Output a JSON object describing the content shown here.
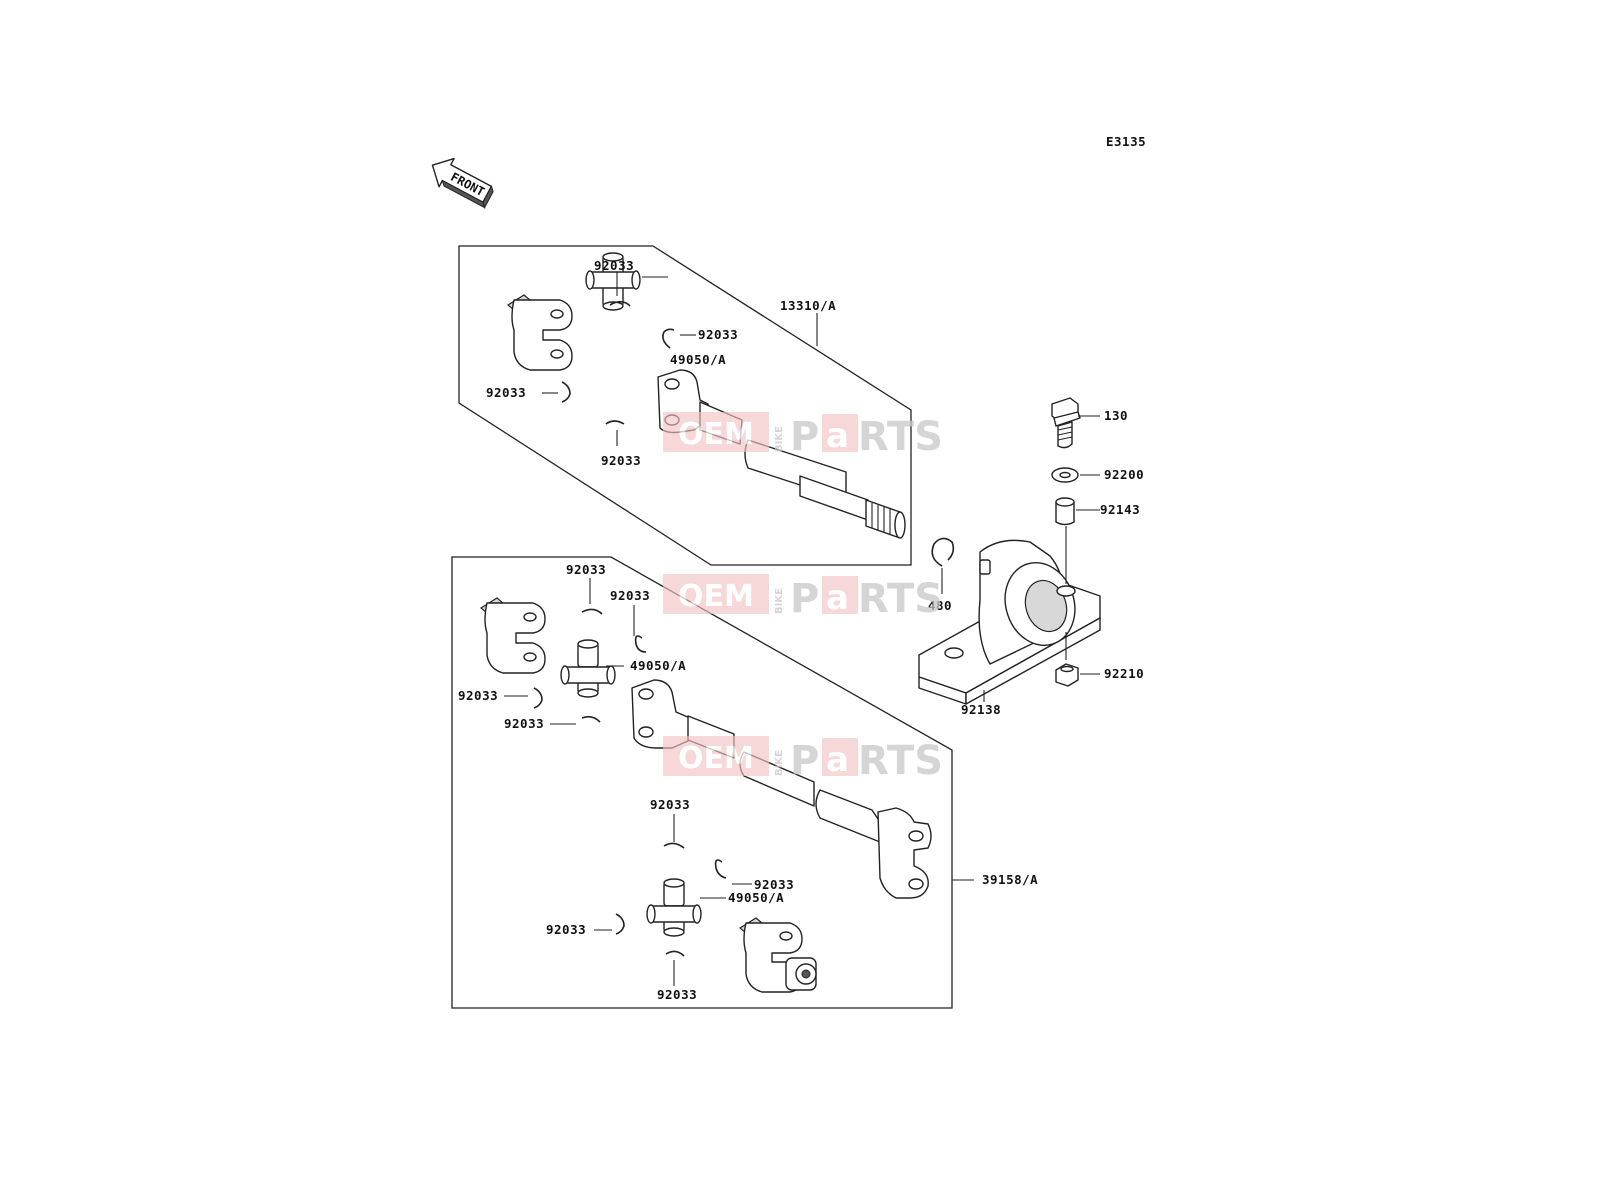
{
  "diagram": {
    "code": "E3135",
    "front_label": "FRONT",
    "watermark": {
      "a": "OEM",
      "b": "BIKE",
      "c": "P",
      "d": "a",
      "e": "RTS"
    },
    "callouts": {
      "c13310": "13310/A",
      "c39158": "39158/A",
      "c49050_top": "49050/A",
      "c49050_mid": "49050/A",
      "c49050_bot": "49050/A",
      "c130": "130",
      "c92200": "92200",
      "c92143": "92143",
      "c92210": "92210",
      "c92138": "92138",
      "c480": "480",
      "clip_t1": "92033",
      "clip_t2": "92033",
      "clip_t3": "92033",
      "clip_t4": "92033",
      "clip_m1": "92033",
      "clip_m2": "92033",
      "clip_m3": "92033",
      "clip_m4": "92033",
      "clip_b1": "92033",
      "clip_b2": "92033",
      "clip_b3": "92033",
      "clip_b4": "92033"
    }
  }
}
